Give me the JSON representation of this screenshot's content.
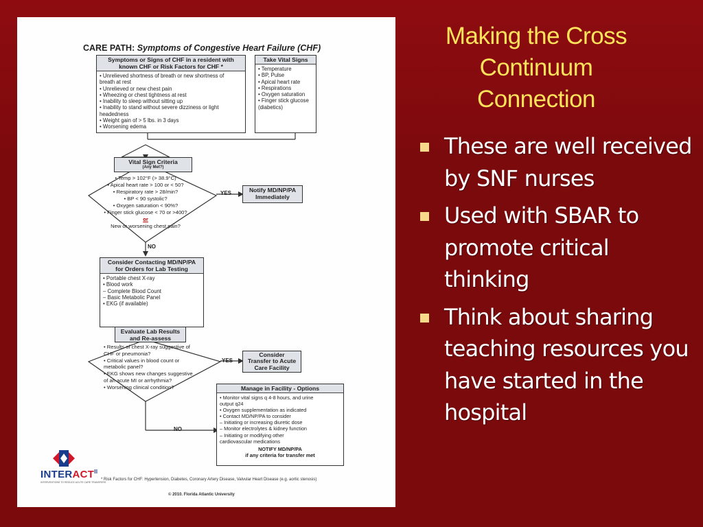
{
  "slide": {
    "title_lines": [
      "Making the Cross",
      "Continuum",
      "Connection"
    ],
    "bullets": [
      "These are well received by SNF nurses",
      "Used with SBAR to promote critical thinking",
      "Think about sharing teaching resources you have started in the hospital"
    ]
  },
  "document": {
    "title_prefix": "CARE PATH:",
    "title_main": "Symptoms of Congestive Heart Failure (CHF)",
    "symptoms": {
      "header_lines": [
        "Symptoms or Signs of CHF in a resident with",
        "known CHF or Risk Factors for CHF *"
      ],
      "items": [
        "• Unrelieved shortness of breath or new shortness of",
        "  breath at rest",
        "• Unrelieved or new chest pain",
        "• Wheezing or chest tightness at rest",
        "• Inability to sleep without sitting up",
        "• Inability to stand without severe dizziness or light",
        "  headedness",
        "• Weight gain of > 5 lbs. in 3 days",
        "• Worsening edema"
      ]
    },
    "vitals": {
      "header": "Take Vital Signs",
      "items": [
        "• Temperature",
        "• BP, Pulse",
        "• Apical heart rate",
        "• Respirations",
        "• Oxygen saturation",
        "• Finger stick glucose",
        "  (diabetics)"
      ]
    },
    "criteria": {
      "header": "Vital Sign Criteria",
      "sub": "(Any Met?)",
      "items": [
        "• Temp > 102°F (> 38.9°C)",
        "• Apical heart rate > 100 or < 50?",
        "• Respiratory rate > 28/min?",
        "• BP < 90 systolic?",
        "• Oxygen saturation < 90%?",
        "• Finger stick glucose < 70 or >400?"
      ],
      "or_word": "or",
      "last_item": "New or worsening chest pain?"
    },
    "yes_label": "YES",
    "no_label": "NO",
    "notify": {
      "lines": [
        "Notify MD/NP/PA",
        "Immediately"
      ]
    },
    "lab": {
      "header_lines": [
        "Consider Contacting MD/NP/PA",
        "for Orders for Lab Testing"
      ],
      "items": [
        "• Portable chest X-ray",
        "• Blood work",
        "  – Complete Blood Count",
        "  – Basic Metabolic Panel",
        "• EKG (if available)"
      ]
    },
    "evaluate": {
      "header_lines": [
        "Evaluate Lab Results",
        "and Re-assess"
      ],
      "items": [
        "• Results of chest X-ray suggestive of",
        "  CHF or pneumonia?",
        "• Critical values in blood count or",
        "  metabolic panel?",
        "• EKG shows new changes suggestive",
        "  of an acute MI or arrhythmia?",
        "• Worsening clinical condition?"
      ]
    },
    "transfer": {
      "lines": [
        "Consider",
        "Transfer to Acute",
        "Care Facility"
      ]
    },
    "manage": {
      "header": "Manage in Facility - Options",
      "items": [
        "• Monitor vital signs q 4-8 hours, and urine",
        "  output q24",
        "• Oxygen supplementation as indicated",
        "• Contact MD/NP/PA to consider",
        "  – Initiating or increasing diuretic dose",
        "  – Monitor electrolytes & kidney function",
        "  – Initiating or modifying other",
        "     cardiovascular medications"
      ],
      "notify_lines": [
        "NOTIFY MD/NP/PA",
        "if any criteria for transfer met"
      ]
    },
    "risk_footnote": "* Risk Factors for CHF: Hypertension, Diabetes, Coronary Artery Disease, Valvular Heart Disease (e.g. aortic stenosis)",
    "copyright": "© 2010. Florida Atlantic University",
    "logo": {
      "text_a": "INTER",
      "text_b": "ACT",
      "suffix": "II",
      "tagline": "INTERVENTIONS TO REDUCE ACUTE CARE TRANSFERS"
    }
  },
  "colors": {
    "background": "#7e0a0d",
    "title": "#ffe35a",
    "bullet_marker": "#f6d98a",
    "box_header": "#dfe3e8"
  }
}
